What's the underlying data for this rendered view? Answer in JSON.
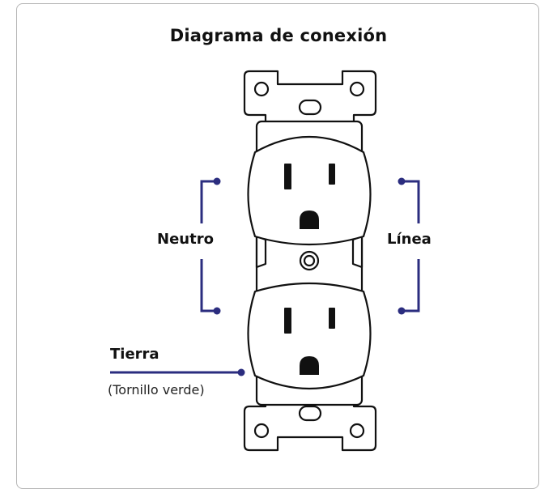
{
  "diagram": {
    "title": "Diagrama de conexión",
    "labels": {
      "neutral": "Neutro",
      "line": "Línea",
      "ground": "Tierra",
      "ground_note": "(Tornillo verde)"
    },
    "colors": {
      "connector": "#2b2d7f",
      "outline": "#111111",
      "frame": "#b5b5b5"
    }
  }
}
